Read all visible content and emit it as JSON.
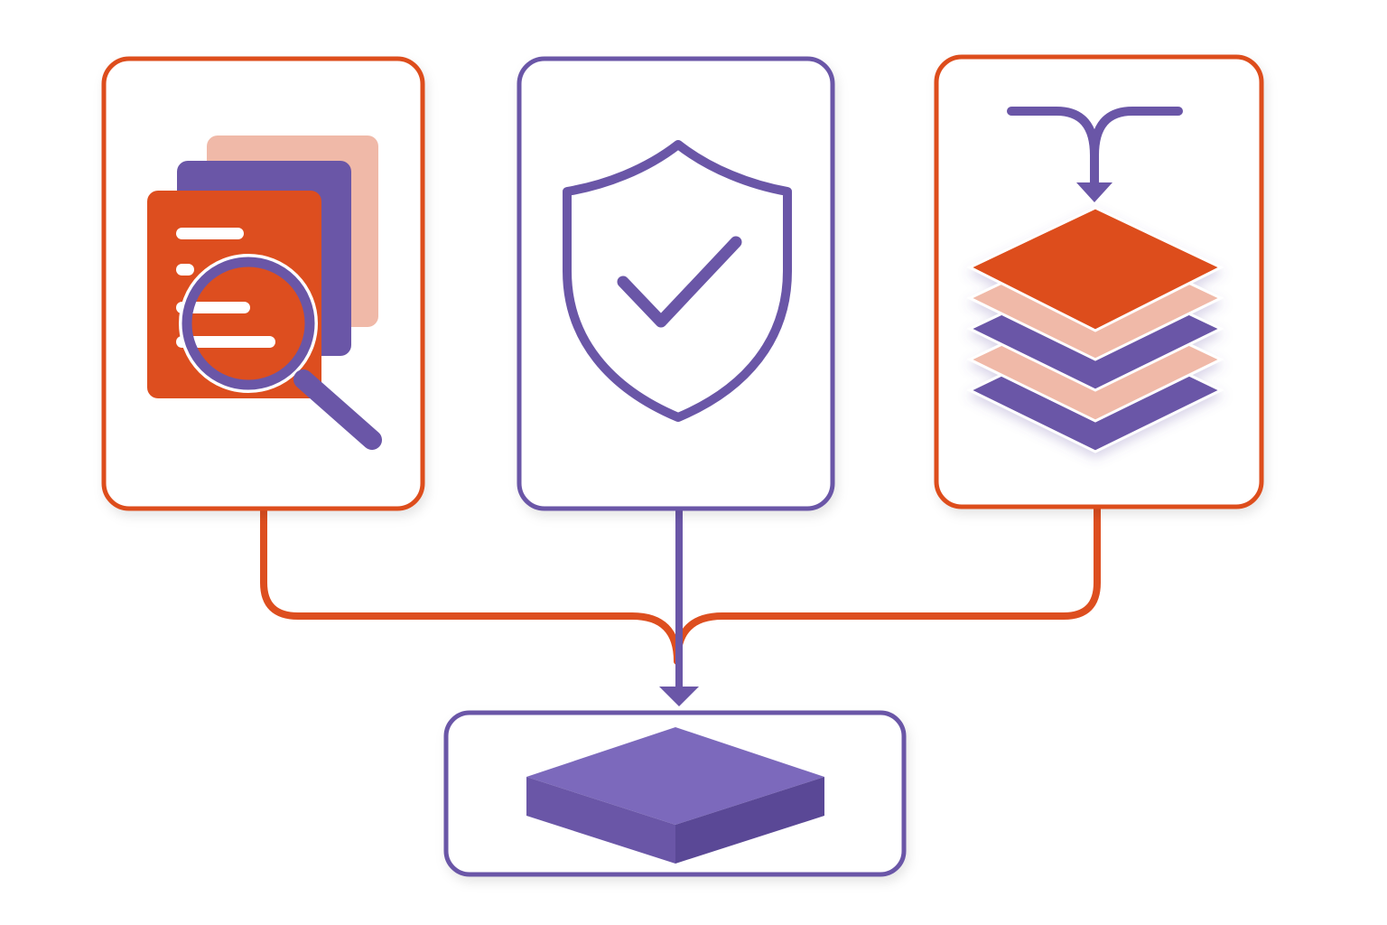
{
  "colors": {
    "orange": "#DD4E1F",
    "orange_light": "#F0B9A8",
    "purple": "#6A56A7",
    "purple_light": "#7C69BC",
    "purple_dark": "#5A4896",
    "white": "#FFFFFF"
  },
  "nodes": [
    {
      "id": "analyze",
      "icon": "document-search-icon",
      "border": "orange"
    },
    {
      "id": "verify",
      "icon": "shield-check-icon",
      "border": "purple"
    },
    {
      "id": "merge",
      "icon": "merge-layers-icon",
      "border": "orange"
    },
    {
      "id": "output",
      "icon": "platform-block-icon",
      "border": "purple"
    }
  ],
  "edges": [
    {
      "from": "analyze",
      "to": "output",
      "color": "orange"
    },
    {
      "from": "verify",
      "to": "output",
      "color": "purple"
    },
    {
      "from": "merge",
      "to": "output",
      "color": "orange"
    }
  ]
}
